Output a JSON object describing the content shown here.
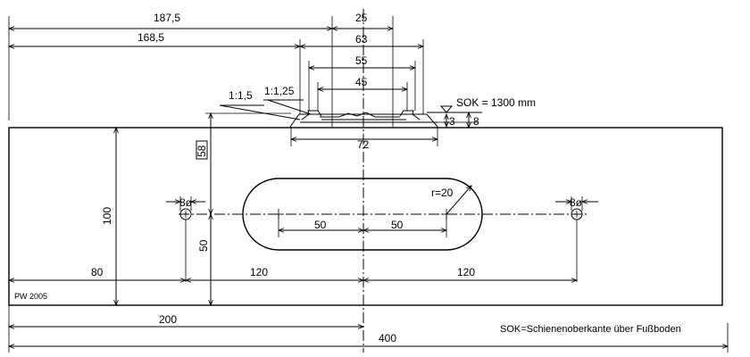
{
  "dimensions": {
    "d187": "187,5",
    "d25": "25",
    "d168": "168,5",
    "d63": "63",
    "d55": "55",
    "d45": "45",
    "d72": "72",
    "d3": "3",
    "d8": "8",
    "d100": "100",
    "d58": "58",
    "d50v": "50",
    "d50a": "50",
    "d50b": "50",
    "r20": "r=20",
    "hole_left": "8ø",
    "hole_right": "8ø",
    "d80": "80",
    "d120a": "120",
    "d120b": "120",
    "d200": "200",
    "d400": "400"
  },
  "slopes": {
    "s1": "1:1,5",
    "s2": "1:1,25"
  },
  "sok_label": "SOK = 1300 mm",
  "legend": "SOK=Schienenoberkante über Fußboden",
  "stamp": "PW 2005"
}
